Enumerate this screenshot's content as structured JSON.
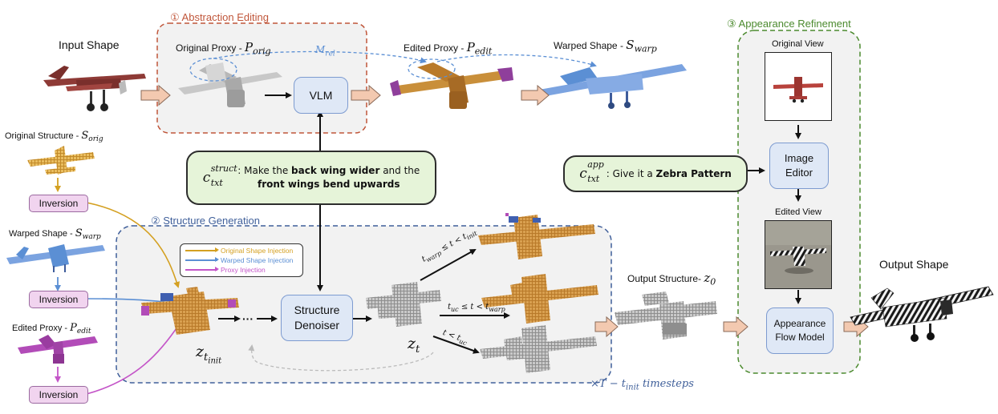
{
  "labels": {
    "input_shape": "Input Shape",
    "original_proxy": "Original Proxy - ",
    "original_proxy_sym": "P",
    "original_proxy_sub": "orig",
    "m_rel_sym": "M",
    "m_rel_sub": "rel",
    "edited_proxy_top": "Edited Proxy - ",
    "edited_proxy_top_sym": "P",
    "edited_proxy_top_sub": "edit",
    "warped_shape_top": "Warped Shape - ",
    "warped_shape_top_sym": "S",
    "warped_shape_top_sub": "warp",
    "original_structure": "Original Structure - ",
    "original_structure_sym": "S",
    "original_structure_sub": "orig",
    "warped_shape_left": "Warped Shape - ",
    "warped_shape_left_sym": "S",
    "warped_shape_left_sub": "warp",
    "edited_proxy_left": "Edited Proxy - ",
    "edited_proxy_left_sym": "P",
    "edited_proxy_left_sub": "edit",
    "z_tinit_sym": "z",
    "z_tinit_sub": "t",
    "z_tinit_subsub": "init",
    "z_t_sym": "z",
    "z_t_sub": "t",
    "output_structure": "Output Structure- ",
    "output_structure_sym": "z",
    "output_structure_sub": "0",
    "output_shape": "Output Shape",
    "original_view": "Original View",
    "edited_view": "Edited View",
    "timesteps": "×T − t",
    "timesteps_sub": "init",
    "timesteps_tail": " timesteps",
    "cond_warp": "t",
    "cond_warp_sub": "warp",
    "cond_warp_mid": " ≤ t < t",
    "cond_warp_sub2": "init",
    "cond_uc": "t",
    "cond_uc_sub": "uc",
    "cond_uc_mid": " ≤ t < t",
    "cond_uc_sub2": "warp",
    "cond_low": "t < t",
    "cond_low_sub": "uc",
    "dots": "···"
  },
  "stages": {
    "abstraction": "① Abstraction Editing",
    "structure": "② Structure Generation",
    "appearance": "③ Appearance Refinement"
  },
  "boxes": {
    "vlm": "VLM",
    "structure_denoiser": "Structure\nDenoiser",
    "image_editor": "Image\nEditor",
    "appearance_flow": "Appearance\nFlow Model",
    "inversion_1": "Inversion",
    "inversion_2": "Inversion",
    "inversion_3": "Inversion"
  },
  "prompts": {
    "struct_sym": "c",
    "struct_sup": "struct",
    "struct_sub": "txt",
    "struct_pre": ": Make the ",
    "struct_bold1": "back wing wider",
    "struct_mid": " and the",
    "struct_bold2": "front wings bend upwards",
    "app_sym": "c",
    "app_sup": "app",
    "app_sub": "txt",
    "app_pre": ": Give it a ",
    "app_bold": "Zebra Pattern"
  },
  "legend": {
    "items": [
      {
        "label": "Original Shape Injection",
        "color": "#d4a021"
      },
      {
        "label": "Warped Shape Injection",
        "color": "#5b8fd4"
      },
      {
        "label": "Proxy Injection",
        "color": "#c455c8"
      }
    ]
  },
  "colors": {
    "abstraction_border": "#c0563a",
    "abstraction_label": "#c0563a",
    "structure_border": "#3f5f9a",
    "structure_label": "#3f5f9a",
    "appearance_border": "#4b8a2e",
    "appearance_label": "#4b8a2e",
    "orig_injection": "#d4a021",
    "warp_injection": "#5b8fd4",
    "proxy_injection": "#c455c8",
    "big_arrow_fill": "#f3c9b0",
    "big_arrow_stroke": "#8a6a58"
  },
  "icons": {
    "input_plane": "red-airplane",
    "orig_proxy": "gray-proxy-plane",
    "edited_proxy": "orange-proxy-plane",
    "warped_plane": "blue-airplane",
    "orig_structure": "yellow-voxel-plane",
    "warped_left": "blue-airplane-small",
    "edited_proxy_left": "purple-proxy-plane",
    "voxel_orange": "orange-voxel-plane",
    "voxel_gray": "gray-voxel-plane",
    "output_structure": "gray-voxel-structure",
    "output_shape": "zebra-airplane",
    "original_view": "red-plane-view",
    "edited_view": "zebra-plane-view"
  }
}
